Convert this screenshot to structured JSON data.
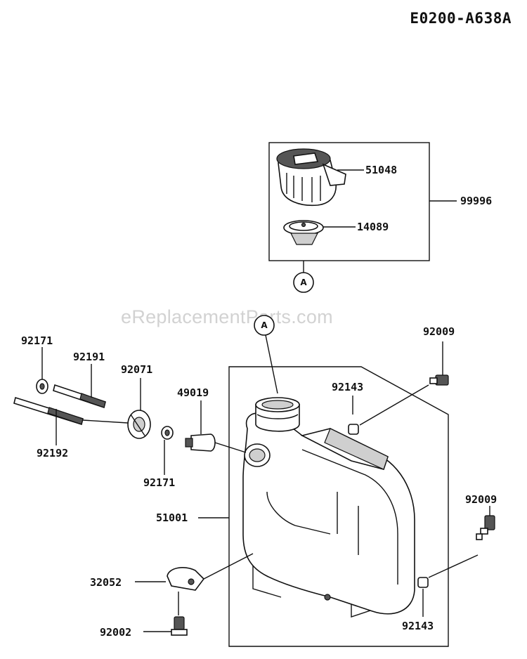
{
  "diagram": {
    "code": "E0200-A638A",
    "watermark": "eReplacementParts.com",
    "ref_marker": "A",
    "labels": {
      "p51048": "51048",
      "p14089": "14089",
      "p99996": "99996",
      "p92009_top": "92009",
      "p92009_right": "92009",
      "p92143_top": "92143",
      "p92143_bottom": "92143",
      "p92171_top": "92171",
      "p92171_bottom": "92171",
      "p92191": "92191",
      "p92071": "92071",
      "p49019": "49019",
      "p92192": "92192",
      "p51001": "51001",
      "p32052": "32052",
      "p92002": "92002"
    }
  }
}
